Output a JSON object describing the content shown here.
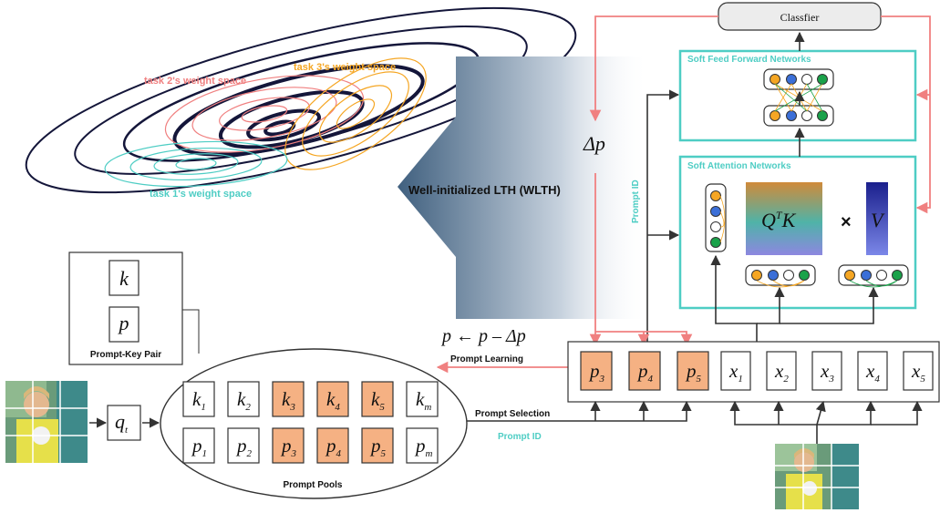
{
  "weight_space": {
    "task1_label": "task 1's weight space",
    "task2_label": "task 2's weight space",
    "task3_label": "task 3's weight space",
    "colors": {
      "task1": "#4ecdc4",
      "task2": "#f08080",
      "task3": "#f5a623",
      "shared": "#14163a"
    }
  },
  "wlth_label": "Well-initialized LTH (WLTH)",
  "delta_p": "Δp",
  "prompt_id_vertical": "Prompt ID",
  "classifier": "Classfier",
  "ffn": {
    "title": "Soft Feed Forward Networks"
  },
  "attention": {
    "title": "Soft Attention Networks",
    "qk_base": "Q",
    "qk_sup": "T",
    "qk_tail": "K",
    "times": "×",
    "v": "V"
  },
  "update_rule": "p ← p – Δp",
  "prompt_learning": "Prompt Learning",
  "prompt_selection": "Prompt Selection",
  "prompt_id": "Prompt ID",
  "key_pair": {
    "k": "k",
    "p": "p",
    "label": "Prompt-Key Pair"
  },
  "query": {
    "base": "q",
    "sub": "t"
  },
  "pool": {
    "title": "Prompt Pools",
    "keys": [
      {
        "base": "k",
        "sub": "1",
        "selected": false
      },
      {
        "base": "k",
        "sub": "2",
        "selected": false
      },
      {
        "base": "k",
        "sub": "3",
        "selected": true
      },
      {
        "base": "k",
        "sub": "4",
        "selected": true
      },
      {
        "base": "k",
        "sub": "5",
        "selected": true
      },
      {
        "base": "k",
        "sub": "m",
        "selected": false
      }
    ],
    "prompts": [
      {
        "base": "p",
        "sub": "1",
        "selected": false
      },
      {
        "base": "p",
        "sub": "2",
        "selected": false
      },
      {
        "base": "p",
        "sub": "3",
        "selected": true
      },
      {
        "base": "p",
        "sub": "4",
        "selected": true
      },
      {
        "base": "p",
        "sub": "5",
        "selected": true
      },
      {
        "base": "p",
        "sub": "m",
        "selected": false
      }
    ]
  },
  "input_tokens": {
    "prompts": [
      {
        "base": "p",
        "sub": "3"
      },
      {
        "base": "p",
        "sub": "4"
      },
      {
        "base": "p",
        "sub": "5"
      }
    ],
    "patches": [
      {
        "base": "x",
        "sub": "1"
      },
      {
        "base": "x",
        "sub": "2"
      },
      {
        "base": "x",
        "sub": "3"
      },
      {
        "base": "x",
        "sub": "4"
      },
      {
        "base": "x",
        "sub": "5"
      }
    ]
  },
  "colors": {
    "selected_fill": "#f5b183",
    "teal_box": "#4ecdc4",
    "salmon_arrow": "#f08080"
  }
}
